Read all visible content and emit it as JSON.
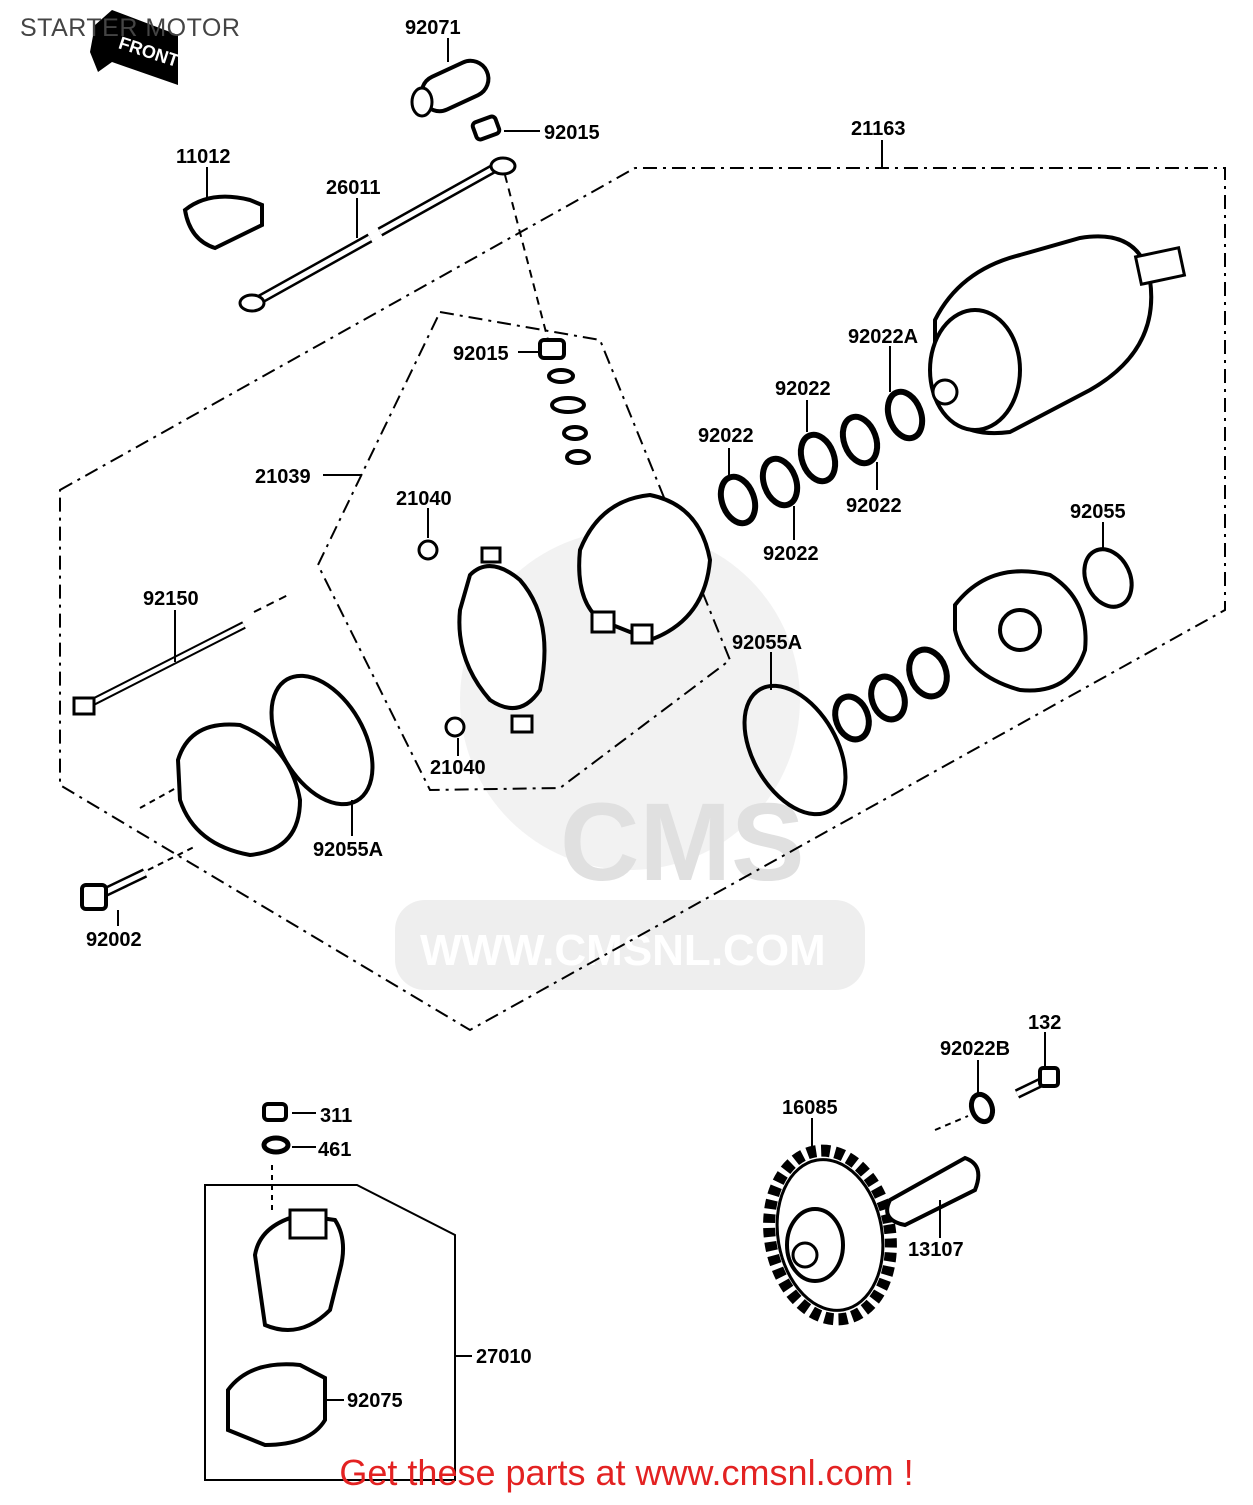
{
  "title": "STARTER MOTOR",
  "front_arrow": "FRONT",
  "watermark": {
    "brand": "CMS",
    "url": "WWW.CMSNL.COM"
  },
  "footer": "Get these parts at www.cmsnl.com !",
  "callouts": {
    "p92071": "92071",
    "p92015_top": "92015",
    "p11012": "11012",
    "p26011": "26011",
    "p21163": "21163",
    "p92015_mid": "92015",
    "p92022a": "92022A",
    "p92022_1": "92022",
    "p92022_2": "92022",
    "p92022_3": "92022",
    "p92022_4": "92022",
    "p21039": "21039",
    "p21040_top": "21040",
    "p21040_bot": "21040",
    "p92055": "92055",
    "p92150": "92150",
    "p92055a_right": "92055A",
    "p92055a_left": "92055A",
    "p92002": "92002",
    "p132": "132",
    "p92022b": "92022B",
    "p16085": "16085",
    "p311": "311",
    "p461": "461",
    "p13107": "13107",
    "p27010": "27010",
    "p92075": "92075"
  }
}
